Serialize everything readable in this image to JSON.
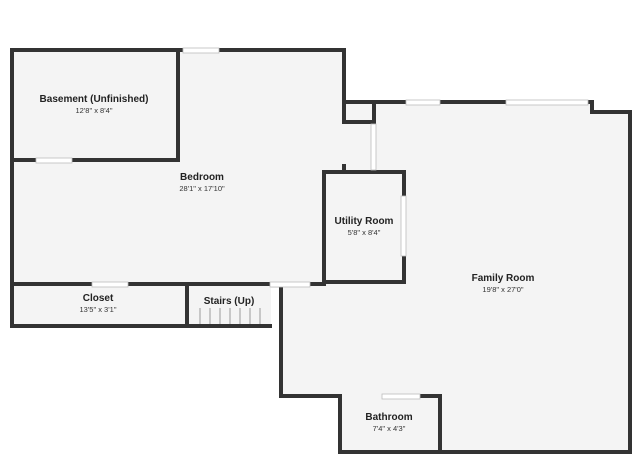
{
  "colors": {
    "wall": "#333333",
    "floor": "#f4f4f4",
    "window": "#e8e8e8"
  },
  "rooms": [
    {
      "name": "Basement (Unfinished)",
      "dims": "12'8\" x 8'4\""
    },
    {
      "name": "Bedroom",
      "dims": "28'1\" x 17'10\""
    },
    {
      "name": "Utility Room",
      "dims": "5'8\" x 8'4\""
    },
    {
      "name": "Family Room",
      "dims": "19'8\" x 27'0\""
    },
    {
      "name": "Closet",
      "dims": "13'5\" x 3'1\""
    },
    {
      "name": "Stairs (Up)",
      "dims": ""
    },
    {
      "name": "Bathroom",
      "dims": "7'4\" x 4'3\""
    }
  ]
}
